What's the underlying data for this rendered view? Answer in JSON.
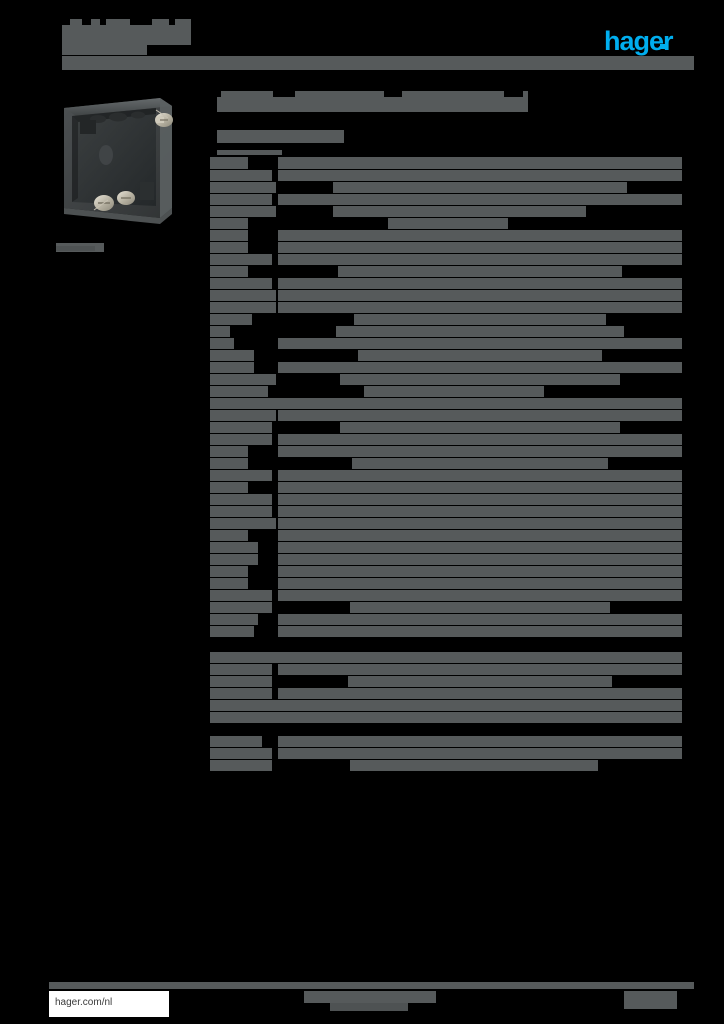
{
  "document": {
    "type": "product-datasheet",
    "brand": "hager",
    "redacted": true,
    "page_background": "#000000",
    "redaction_color": "#565a5b",
    "accent_color": "#00aeef"
  },
  "header": {
    "brand_logo": "hager",
    "title_block": "",
    "subtitle_block": "",
    "rule": ""
  },
  "product_image": {
    "alt": "surface-mount electrical back box, dark grey, with two screws",
    "caption": ""
  },
  "main": {
    "title": "",
    "subtitle": "",
    "section_label": ""
  },
  "specs": {
    "rows": [
      {
        "label": "",
        "value": "",
        "lw": 38,
        "vx": 0,
        "vw": 472,
        "h": 12,
        "gap": 1
      },
      {
        "label": "",
        "value": "",
        "lw": 62,
        "vx": 0,
        "vw": 472,
        "h": 11,
        "gap": 1
      },
      {
        "label": "",
        "value": "",
        "lw": 66,
        "vx": 55,
        "vw": 417,
        "h": 11,
        "gap": 1
      },
      {
        "label": "",
        "value": "",
        "lw": 62,
        "vx": 0,
        "vw": 472,
        "h": 11,
        "gap": 1
      },
      {
        "label": "",
        "value": "",
        "lw": 66,
        "vx": 55,
        "vw": 376,
        "h": 11,
        "gap": 1
      },
      {
        "label": "",
        "value": "",
        "lw": 38,
        "vx": 110,
        "vw": 298,
        "h": 11,
        "gap": 1
      },
      {
        "label": "",
        "value": "",
        "lw": 38,
        "vx": 0,
        "vw": 472,
        "h": 11,
        "gap": 1
      },
      {
        "label": "",
        "value": "",
        "lw": 38,
        "vx": 0,
        "vw": 472,
        "h": 11,
        "gap": 1
      },
      {
        "label": "",
        "value": "",
        "lw": 62,
        "vx": 0,
        "vw": 472,
        "h": 11,
        "gap": 1
      },
      {
        "label": "",
        "value": "",
        "lw": 38,
        "vx": 60,
        "vw": 412,
        "h": 11,
        "gap": 1
      },
      {
        "label": "",
        "value": "",
        "lw": 62,
        "vx": 0,
        "vw": 472,
        "h": 11,
        "gap": 1
      },
      {
        "label": "",
        "value": "",
        "lw": 66,
        "vx": 0,
        "vw": 472,
        "h": 11,
        "gap": 1
      },
      {
        "label": "",
        "value": "",
        "lw": 66,
        "vx": 0,
        "vw": 472,
        "h": 11,
        "gap": 1
      },
      {
        "label": "",
        "value": "",
        "lw": 42,
        "vx": 76,
        "vw": 396,
        "h": 11,
        "gap": 1
      },
      {
        "label": "",
        "value": "",
        "lw": 20,
        "vx": 58,
        "vw": 414,
        "h": 11,
        "gap": 1
      },
      {
        "label": "",
        "value": "",
        "lw": 24,
        "vx": 0,
        "vw": 472,
        "h": 11,
        "gap": 1
      },
      {
        "label": "",
        "value": "",
        "lw": 44,
        "vx": 80,
        "vw": 392,
        "h": 11,
        "gap": 1
      },
      {
        "label": "",
        "value": "",
        "lw": 44,
        "vx": 0,
        "vw": 472,
        "h": 11,
        "gap": 1
      },
      {
        "label": "",
        "value": "",
        "lw": 66,
        "vx": 62,
        "vw": 410,
        "h": 11,
        "gap": 1
      },
      {
        "label": "",
        "value": "",
        "lw": 58,
        "vx": 86,
        "vw": 334,
        "h": 11,
        "gap": 1
      },
      {
        "label": "",
        "value": "",
        "lw": 82,
        "vx": 0,
        "vw": 472,
        "h": 11,
        "gap": 1
      },
      {
        "label": "",
        "value": "",
        "lw": 66,
        "vx": 0,
        "vw": 472,
        "h": 11,
        "gap": 1
      },
      {
        "label": "",
        "value": "",
        "lw": 62,
        "vx": 62,
        "vw": 410,
        "h": 11,
        "gap": 1
      },
      {
        "label": "",
        "value": "",
        "lw": 62,
        "vx": 0,
        "vw": 472,
        "h": 11,
        "gap": 1
      },
      {
        "label": "",
        "value": "",
        "lw": 38,
        "vx": 0,
        "vw": 472,
        "h": 11,
        "gap": 1
      },
      {
        "label": "",
        "value": "",
        "lw": 38,
        "vx": 74,
        "vw": 398,
        "h": 11,
        "gap": 1
      },
      {
        "label": "",
        "value": "",
        "lw": 62,
        "vx": 0,
        "vw": 472,
        "h": 11,
        "gap": 1
      },
      {
        "label": "",
        "value": "",
        "lw": 38,
        "vx": 0,
        "vw": 472,
        "h": 11,
        "gap": 1
      },
      {
        "label": "",
        "value": "",
        "lw": 62,
        "vx": 0,
        "vw": 472,
        "h": 11,
        "gap": 1
      },
      {
        "label": "",
        "value": "",
        "lw": 62,
        "vx": 0,
        "vw": 472,
        "h": 11,
        "gap": 1
      },
      {
        "label": "",
        "value": "",
        "lw": 66,
        "vx": 0,
        "vw": 472,
        "h": 11,
        "gap": 1
      },
      {
        "label": "",
        "value": "",
        "lw": 38,
        "vx": 0,
        "vw": 472,
        "h": 11,
        "gap": 1
      },
      {
        "label": "",
        "value": "",
        "lw": 48,
        "vx": 0,
        "vw": 472,
        "h": 11,
        "gap": 1
      },
      {
        "label": "",
        "value": "",
        "lw": 48,
        "vx": 0,
        "vw": 472,
        "h": 11,
        "gap": 1
      },
      {
        "label": "",
        "value": "",
        "lw": 38,
        "vx": 0,
        "vw": 472,
        "h": 11,
        "gap": 1
      },
      {
        "label": "",
        "value": "",
        "lw": 38,
        "vx": 0,
        "vw": 472,
        "h": 11,
        "gap": 1
      },
      {
        "label": "",
        "value": "",
        "lw": 62,
        "vx": 0,
        "vw": 472,
        "h": 11,
        "gap": 1
      },
      {
        "label": "",
        "value": "",
        "lw": 62,
        "vx": 72,
        "vw": 400,
        "h": 11,
        "gap": 1
      },
      {
        "label": "",
        "value": "",
        "lw": 48,
        "vx": 0,
        "vw": 472,
        "h": 11,
        "gap": 1
      },
      {
        "label": "",
        "value": "",
        "lw": 44,
        "vx": 0,
        "vw": 472,
        "h": 11,
        "gap": 1
      }
    ],
    "group2": [
      {
        "label": "",
        "value": "",
        "lw": 70,
        "vx": 0,
        "vw": 472,
        "h": 11,
        "gap": 1
      },
      {
        "label": "",
        "value": "",
        "lw": 62,
        "vx": 0,
        "vw": 472,
        "h": 11,
        "gap": 1
      },
      {
        "label": "",
        "value": "",
        "lw": 62,
        "vx": 70,
        "vw": 402,
        "h": 11,
        "gap": 1
      },
      {
        "label": "",
        "value": "",
        "lw": 62,
        "vx": 0,
        "vw": 472,
        "h": 11,
        "gap": 1
      },
      {
        "label": "",
        "value": "",
        "lw": 70,
        "vx": 0,
        "vw": 472,
        "h": 11,
        "gap": 1
      },
      {
        "label": "",
        "value": "",
        "lw": 70,
        "vx": 0,
        "vw": 472,
        "h": 11,
        "gap": 1
      }
    ],
    "group3": [
      {
        "label": "",
        "value": "",
        "lw": 52,
        "vx": 0,
        "vw": 472,
        "h": 11,
        "gap": 1
      },
      {
        "label": "",
        "value": "",
        "lw": 62,
        "vx": 0,
        "vw": 472,
        "h": 11,
        "gap": 1
      },
      {
        "label": "",
        "value": "",
        "lw": 62,
        "vx": 72,
        "vw": 388,
        "h": 11,
        "gap": 1
      }
    ]
  },
  "footer": {
    "url": "hager.com/nl",
    "center_block": "",
    "right_block": ""
  }
}
